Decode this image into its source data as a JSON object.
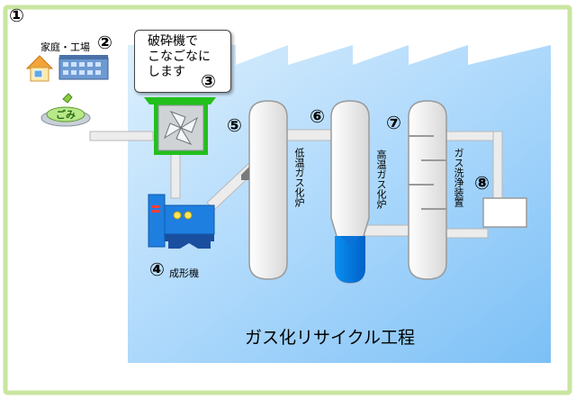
{
  "figure_number": "①",
  "sources": {
    "label": "家庭・工場",
    "number": "②"
  },
  "garbage_badge": "ごみ",
  "crusher": {
    "lines": [
      "破砕機で",
      "こなごなに",
      "します"
    ],
    "number": "③"
  },
  "molding": {
    "number": "④",
    "label": "成形機"
  },
  "low_temp_furnace": {
    "number": "⑤",
    "label": "低温ガス化炉"
  },
  "high_temp_furnace": {
    "number": "⑥",
    "label": "高温ガス化炉"
  },
  "scrubber": {
    "number": "⑦",
    "label": "ガス洗浄装置",
    "device_number": "⑧"
  },
  "process_title": "ガス化リサイクル工程",
  "colors": {
    "frame_border": "#c8e6a0",
    "panel_blue": "#9fd4ff",
    "equipment_blue": "#1e7fe0",
    "crusher_green": "#22c01c",
    "pipe": "#e8e8e8"
  }
}
